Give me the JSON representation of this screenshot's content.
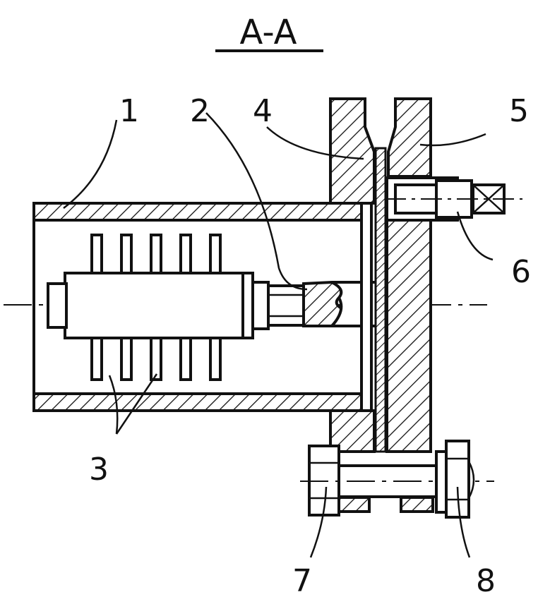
{
  "section_title": "A-A",
  "part_labels": [
    "1",
    "2",
    "3",
    "4",
    "5",
    "6",
    "7",
    "8"
  ]
}
